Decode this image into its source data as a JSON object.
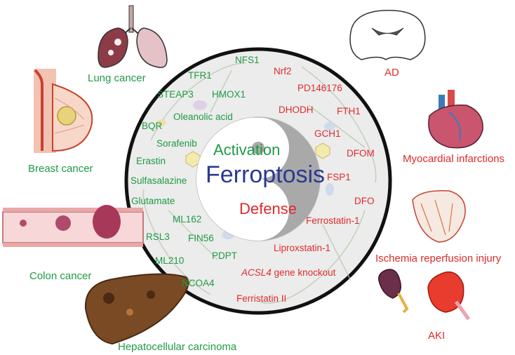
{
  "center": {
    "title": "Ferroptosis",
    "activation_label": "Activation",
    "defense_label": "Defense"
  },
  "activators": [
    "TFR1",
    "STEAP3",
    "HMOX1",
    "Oleanolic acid",
    "BQR",
    "Sorafenib",
    "Erastin",
    "Sulfasalazine",
    "Glutamate",
    "ML162",
    "FIN56",
    "RSL3",
    "PDPT",
    "ML210",
    "NCOA4",
    "NFS1"
  ],
  "inhibitors": [
    "Nrf2",
    "PD146176",
    "DHODH",
    "FTH1",
    "GCH1",
    "DFOM",
    "FSP1",
    "DFO",
    "Ferrostatin-1",
    "Liproxstatin-1",
    "gene knockout",
    "Ferristatin II"
  ],
  "acsl4_label": "ACSL4",
  "cancers": [
    "Lung cancer",
    "Breast cancer",
    "Colon cancer",
    "Hepatocellular carcinoma"
  ],
  "diseases": [
    "AD",
    "Myocardial infarctions",
    "Ischemia reperfusion injury",
    "AKI"
  ],
  "colors": {
    "activation": "#1f9a45",
    "defense": "#e02a2a",
    "title": "#2b3a8f"
  },
  "icons": [
    "lung-icon",
    "breast-icon",
    "colon-icon",
    "liver-icon",
    "brain-icon",
    "heart-icon",
    "heart-cross-section-icon",
    "kidney-icon"
  ]
}
